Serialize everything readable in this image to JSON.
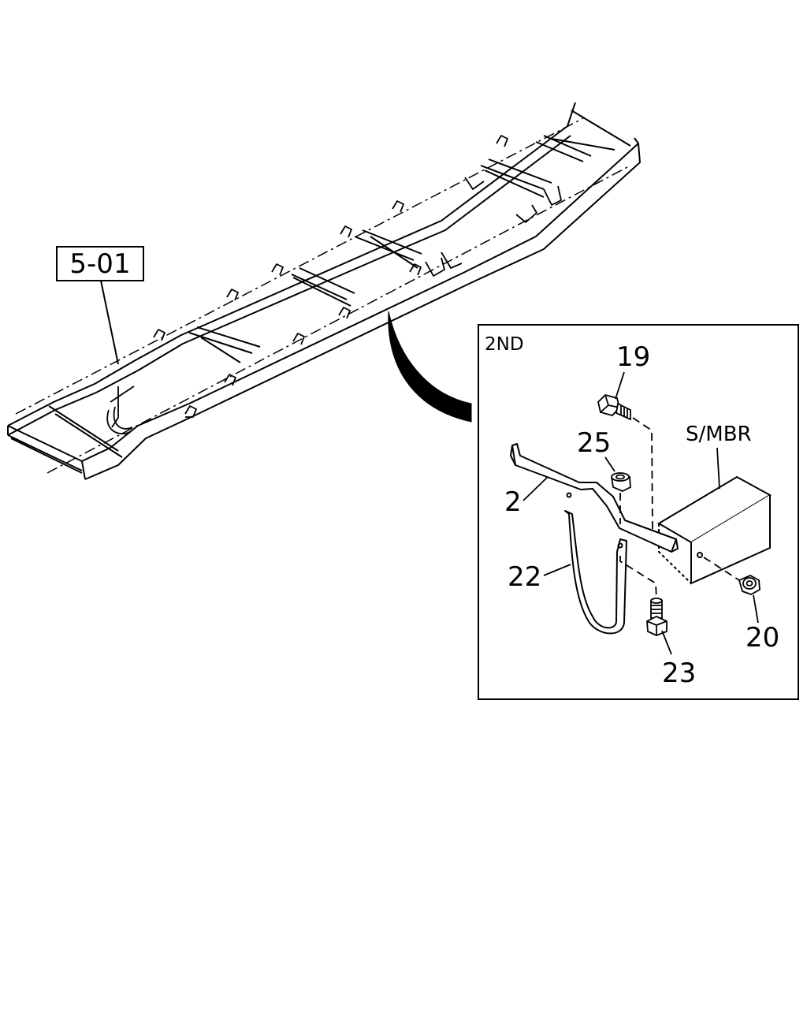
{
  "ref_box": {
    "label": "5-01"
  },
  "detail": {
    "view_label": "2ND",
    "subassembly_label": "S/MBR",
    "callouts": [
      {
        "id": "callout-19",
        "text": "19"
      },
      {
        "id": "callout-25",
        "text": "25"
      },
      {
        "id": "callout-2",
        "text": "2"
      },
      {
        "id": "callout-22",
        "text": "22"
      },
      {
        "id": "callout-20",
        "text": "20"
      },
      {
        "id": "callout-23",
        "text": "23"
      }
    ]
  },
  "colors": {
    "line": "#000000",
    "background": "#ffffff"
  }
}
